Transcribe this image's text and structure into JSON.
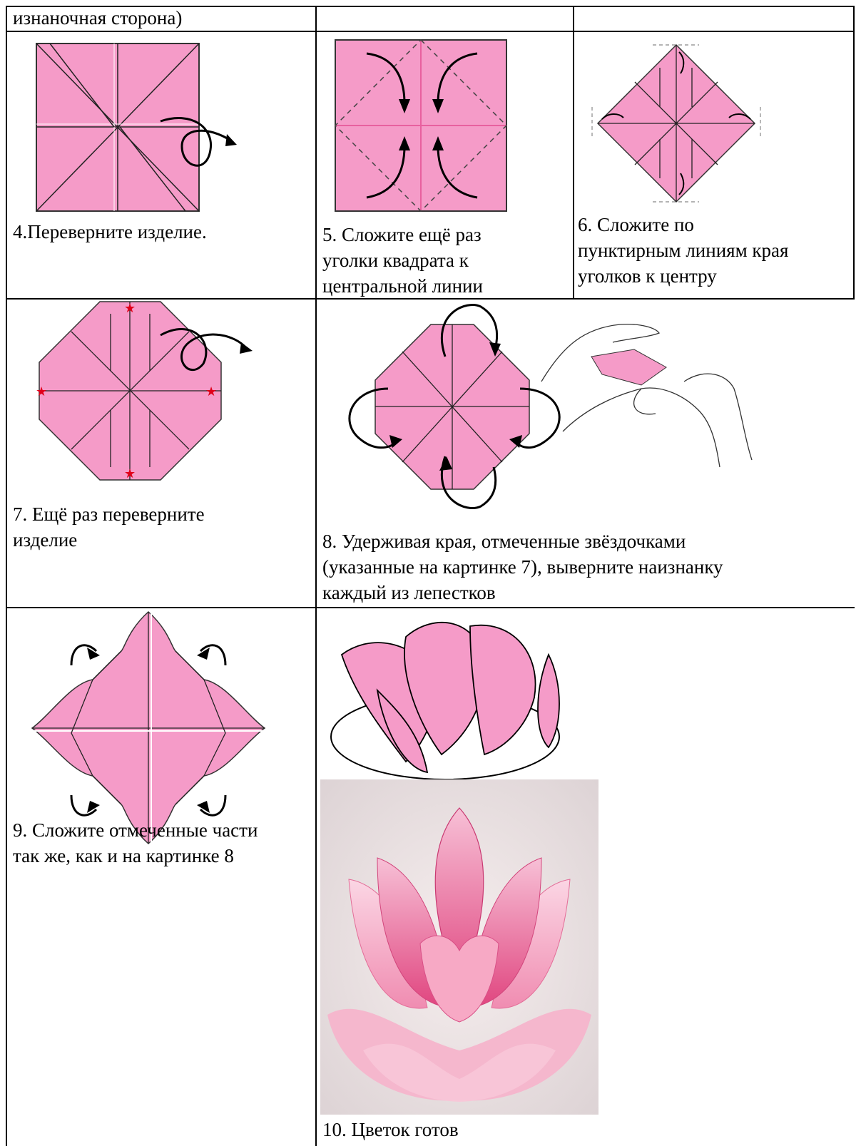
{
  "header_text": "изнаночная сторона)",
  "steps": [
    {
      "id": 4,
      "text": "4.Переверните изделие."
    },
    {
      "id": 5,
      "text": "5. Сложите ещё раз\nуголки квадрата  к\nцентральной линии"
    },
    {
      "id": 6,
      "text": "6. Сложите по\nпунктирным линиям края\nуголков к центру"
    },
    {
      "id": 7,
      "text": "7.  Ещё раз переверните\nизделие"
    },
    {
      "id": 8,
      "text": "8. Удерживая края, отмеченные звёздочками\n(указанные на картинке 7), выверните наизнанку\nкаждый из лепестков"
    },
    {
      "id": 9,
      "text": "9. Сложите отмеченные части\nтак же, как и на картинке 8"
    },
    {
      "id": 10,
      "text": "10. Цветок готов"
    }
  ],
  "colors": {
    "paper": "#f59bc8",
    "star": "#e0001a",
    "grid": "#000000"
  }
}
